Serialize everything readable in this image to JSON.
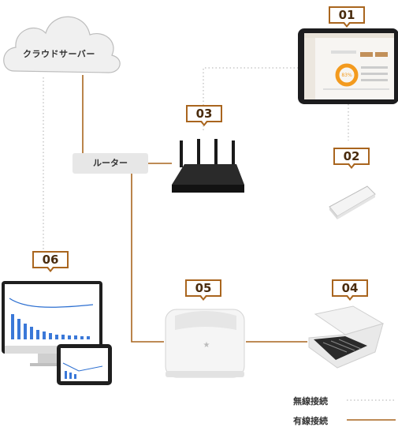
{
  "cloud": {
    "label": "クラウドサーバー"
  },
  "router": {
    "label": "ルーター"
  },
  "devices": [
    {
      "number": "01",
      "name": "tablet"
    },
    {
      "number": "02",
      "name": "mobile-battery"
    },
    {
      "number": "03",
      "name": "wifi-router"
    },
    {
      "number": "04",
      "name": "cash-drawer"
    },
    {
      "number": "05",
      "name": "receipt-printer"
    },
    {
      "number": "06",
      "name": "desktop-and-tablet"
    }
  ],
  "tablet_screen": {
    "gauge_text": "83%"
  },
  "legend": {
    "wireless_label": "無線接続",
    "wired_label": "有線接続"
  },
  "colors": {
    "wired": "#a9651e",
    "wireless": "#c8c8c8",
    "box_border": "#a9651e"
  }
}
